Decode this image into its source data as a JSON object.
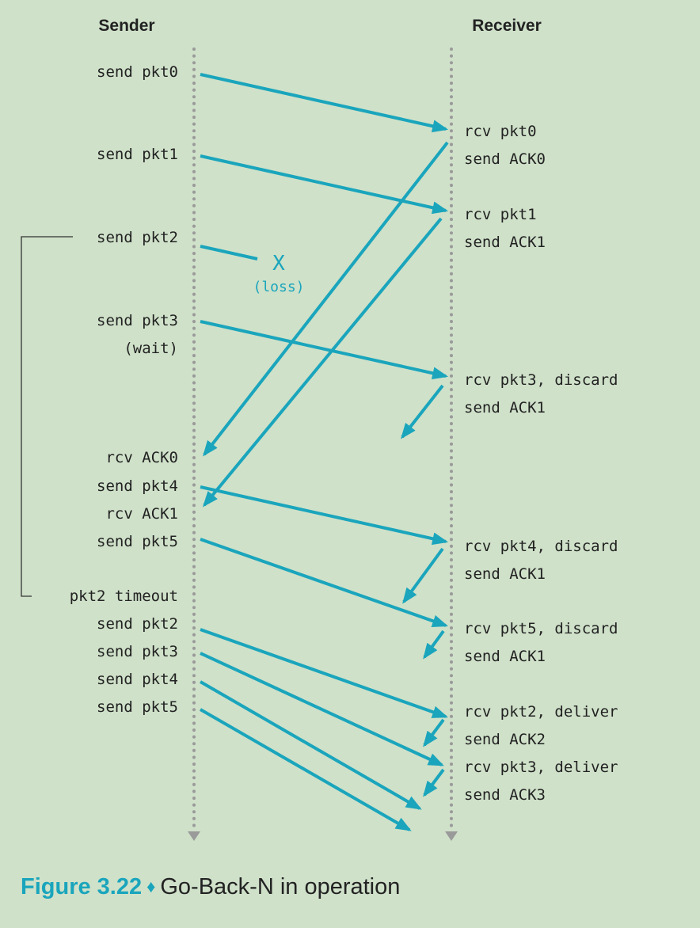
{
  "headers": {
    "sender": "Sender",
    "receiver": "Receiver"
  },
  "colors": {
    "arrow": "#1aa5bc",
    "timeline": "#9a9a9a",
    "background": "#cfe1c9",
    "text": "#222222"
  },
  "sender_events": [
    {
      "text": "send pkt0"
    },
    {
      "text": "send pkt1"
    },
    {
      "text": "send pkt2"
    },
    {
      "text": "send pkt3"
    },
    {
      "text": "(wait)"
    },
    {
      "text": "rcv ACK0"
    },
    {
      "text": "send pkt4"
    },
    {
      "text": "rcv ACK1"
    },
    {
      "text": "send pkt5"
    },
    {
      "text": "pkt2 timeout"
    },
    {
      "text": "send pkt2"
    },
    {
      "text": "send pkt3"
    },
    {
      "text": "send pkt4"
    },
    {
      "text": "send pkt5"
    }
  ],
  "receiver_events": [
    {
      "text": "rcv pkt0"
    },
    {
      "text": "send ACK0"
    },
    {
      "text": "rcv pkt1"
    },
    {
      "text": "send ACK1"
    },
    {
      "text": "rcv pkt3, discard"
    },
    {
      "text": "send ACK1"
    },
    {
      "text": "rcv pkt4, discard"
    },
    {
      "text": "send ACK1"
    },
    {
      "text": "rcv pkt5, discard"
    },
    {
      "text": "send ACK1"
    },
    {
      "text": "rcv pkt2, deliver"
    },
    {
      "text": "send ACK2"
    },
    {
      "text": "rcv pkt3, deliver"
    },
    {
      "text": "send ACK3"
    }
  ],
  "loss": {
    "marker": "X",
    "label": "(loss)"
  },
  "caption": {
    "number": "Figure 3.22",
    "separator": "♦",
    "title": "Go-Back-N in operation"
  }
}
